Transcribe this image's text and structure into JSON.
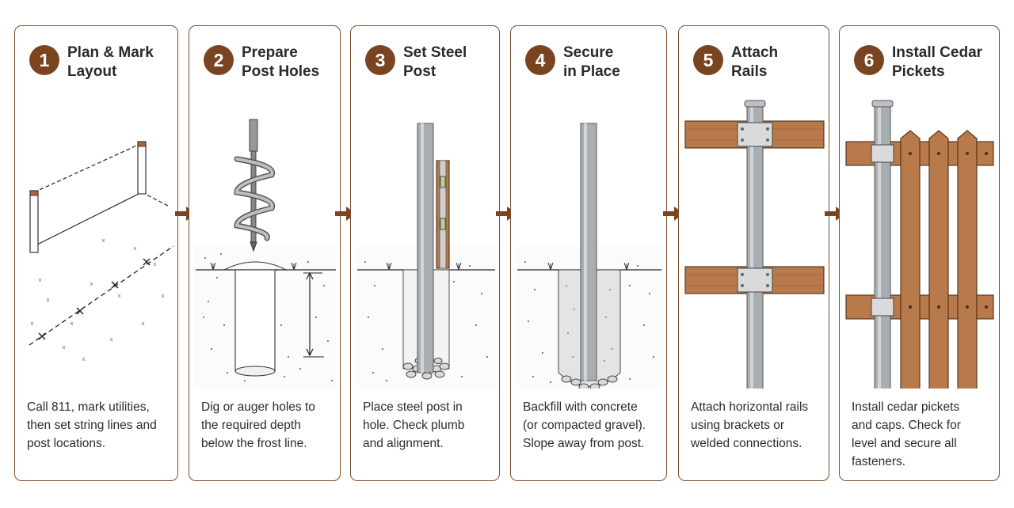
{
  "steps": [
    {
      "number": "1",
      "title": [
        "Plan & Mark",
        "Layout"
      ],
      "description": [
        "Call 811, mark utilities,",
        "then set string lines and",
        "post locations."
      ]
    },
    {
      "number": "2",
      "title": [
        "Prepare",
        "Post Holes"
      ],
      "description": [
        "Dig or auger holes to",
        "the required depth",
        "below the frost line."
      ]
    },
    {
      "number": "3",
      "title": [
        "Set Steel",
        "Post"
      ],
      "description": [
        "Place steel post in",
        "hole. Check plumb",
        "and alignment."
      ]
    },
    {
      "number": "4",
      "title": [
        "Secure",
        "in Place"
      ],
      "description": [
        "Backfill with concrete",
        "(or compacted gravel).",
        "Slope away from post."
      ]
    },
    {
      "number": "5",
      "title": [
        "Attach",
        "Rails"
      ],
      "description": [
        "Attach horizontal rails",
        "using brackets or",
        "welded connections."
      ]
    },
    {
      "number": "6",
      "title": [
        "Install Cedar",
        "Pickets"
      ],
      "description": [
        "Install cedar pickets",
        "and caps. Check for",
        "level and secure all",
        "fasteners."
      ]
    }
  ],
  "icons": {
    "step1": "layout-stakes-string-icon",
    "step2": "auger-hole-icon",
    "step3": "steel-post-level-icon",
    "step4": "concrete-backfill-icon",
    "step5": "post-rails-brackets-icon",
    "step6": "cedar-pickets-icon",
    "connector": "arrow-right-icon"
  },
  "colors": {
    "accent": "#7a4420",
    "border": "#7a4e2d",
    "wood": "#b97a4b",
    "steel": "#a9aeb2"
  }
}
